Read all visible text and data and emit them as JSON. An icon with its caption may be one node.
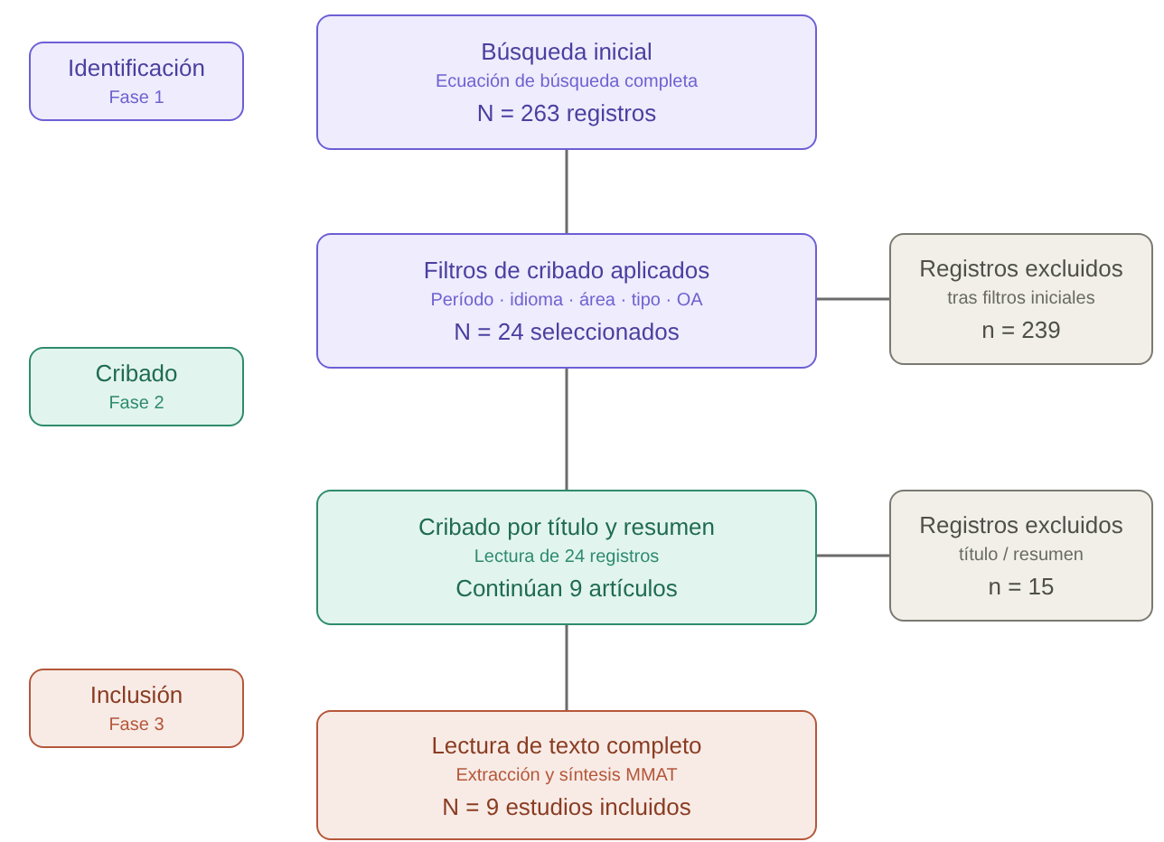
{
  "diagram": {
    "nodes": [
      {
        "text": [
          "Identificación",
          "Fase 1"
        ]
      },
      {
        "text": [
          "Búsqueda inicial",
          "Ecuación de búsqueda completa",
          "N = 263 registros"
        ]
      },
      {
        "text": [
          "Filtros de cribado aplicados",
          "Período · idioma · área · tipo · OA",
          "N = 24 seleccionados"
        ]
      },
      {
        "text": [
          "Registros excluidos",
          "tras filtros iniciales",
          "n = 239"
        ]
      },
      {
        "text": [
          "Cribado",
          "Fase 2"
        ]
      },
      {
        "text": [
          "Cribado por título y resumen",
          "Lectura de 24 registros",
          "Continúan 9 artículos"
        ]
      },
      {
        "text": [
          "Registros excluidos",
          "título / resumen",
          "n = 15"
        ]
      },
      {
        "text": [
          "Inclusión",
          "Fase 3"
        ]
      },
      {
        "text": [
          "Lectura de texto completo",
          "Extracción y síntesis MMAT",
          "N = 9 estudios incluidos"
        ]
      }
    ],
    "edges": [
      {
        "from": 1,
        "to": 2,
        "arrow": "none"
      },
      {
        "from": 2,
        "to": 3,
        "arrow": "none"
      },
      {
        "from": 2,
        "to": 5,
        "arrow": "none"
      },
      {
        "from": 5,
        "to": 6,
        "arrow": "none"
      },
      {
        "from": 5,
        "to": 8,
        "arrow": "none"
      }
    ]
  }
}
